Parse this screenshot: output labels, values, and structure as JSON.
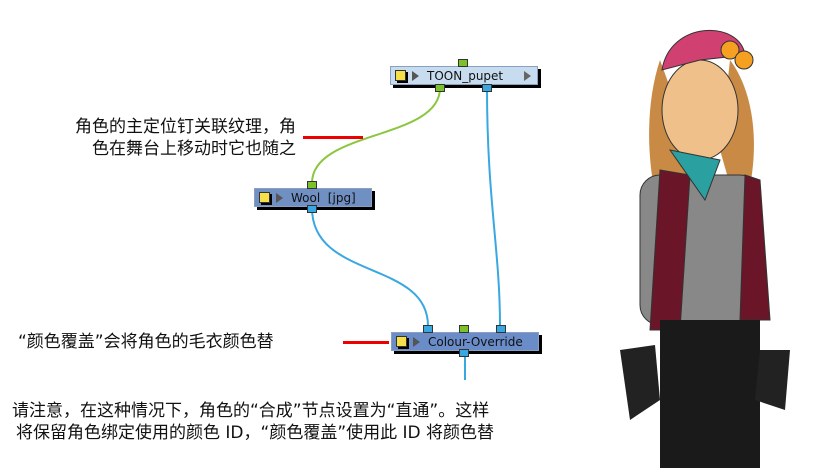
{
  "nodes": {
    "toon": "TOON_pupet",
    "wool": "Wool  [jpg]",
    "colour": "Colour-Override"
  },
  "notes": {
    "pegs": [
      "角色的主定位钉关联纹理，角",
      "色在舞台上移动时它也随之"
    ],
    "override": "“颜色覆盖”会将角色的毛衣颜色替",
    "bottom": [
      "请注意，在这种情况下，角色的“合成”节点设置为“直通”。这样",
      "将保留角色绑定使用的颜色 ID，“颜色覆盖”使用此 ID 将颜色替"
    ]
  },
  "colors": {
    "green": "#7cc02a",
    "blue": "#3aa8e0",
    "red": "#e00000"
  }
}
